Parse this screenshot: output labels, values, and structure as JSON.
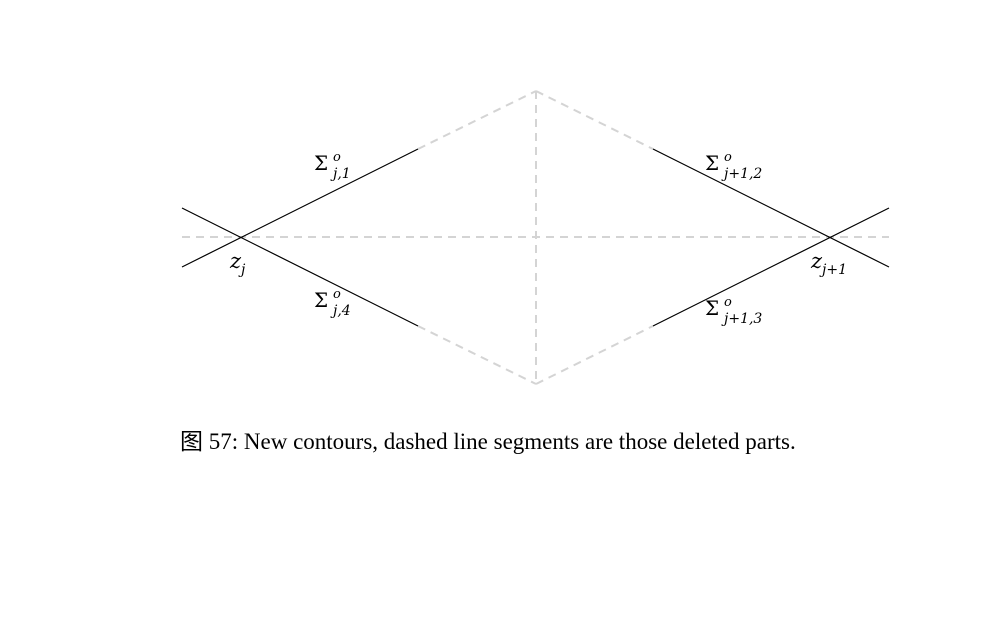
{
  "diagram": {
    "labels": {
      "sigma": "Σ",
      "sup": "o",
      "sub_j1": "j,1",
      "sub_j4": "j,4",
      "sub_j12": "j+1,2",
      "sub_j13": "j+1,3",
      "z": "z",
      "z_sub_j": "j",
      "z_sub_j1": "j+1"
    },
    "colors": {
      "contour": "#000000",
      "deleted": "#d4d4d4"
    }
  },
  "caption": {
    "text": "图 57: New contours, dashed line segments are those deleted parts."
  }
}
